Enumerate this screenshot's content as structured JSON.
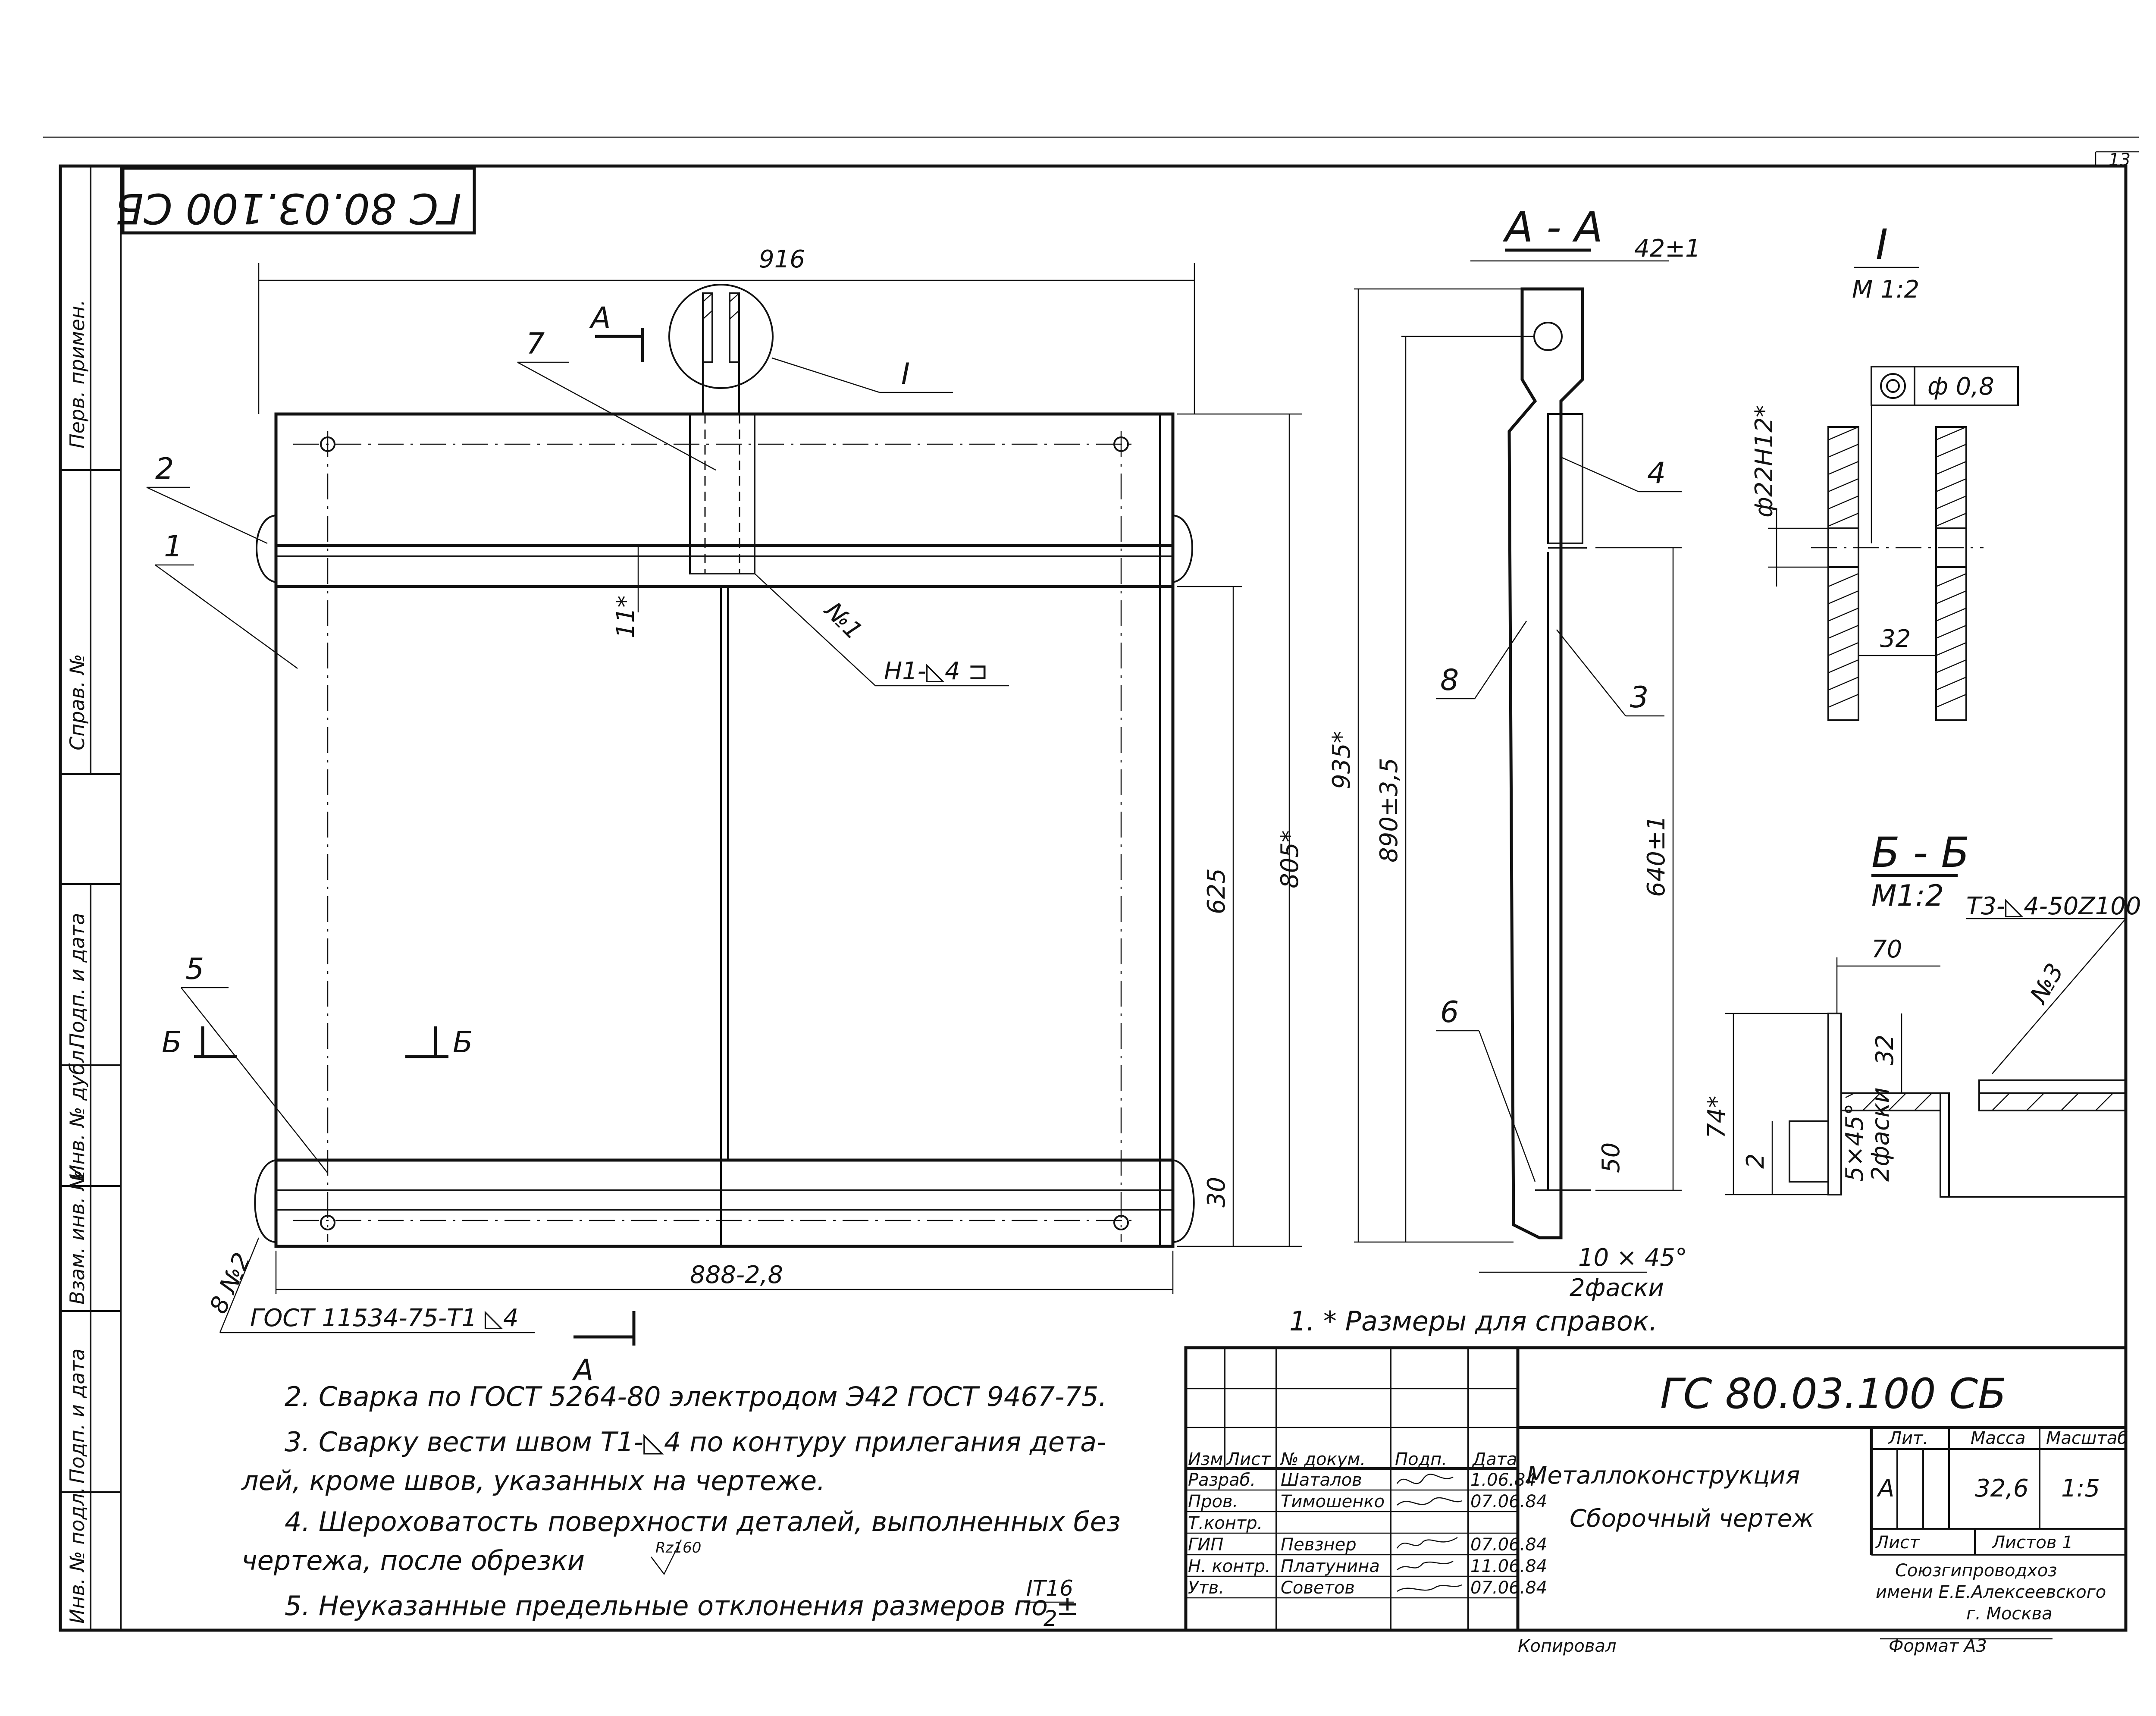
{
  "sheet_number": "13",
  "doc_code_rotated": "ГС 80.03.100 СБ",
  "side_column": {
    "perv_primen": "Перв. примен.",
    "sprav_no": "Справ. №",
    "podp_data_1": "Подп. и дата",
    "inv_dubl": "Инв. № дубл.",
    "vzam_inv": "Взам. инв. №",
    "podp_data_2": "Подп. и дата",
    "inv_podl": "Инв. № подл."
  },
  "main_view": {
    "dim_width_top": "916",
    "dim_width_bottom": "888-2,8",
    "dim_height_805": "805*",
    "dim_height_625": "625",
    "dim_30": "30",
    "dim_11": "11*",
    "section_A": "А",
    "section_B": "Б",
    "detail_I": "I",
    "weld_note": "Н1-◺4 ⊐",
    "weld_marker": "№1",
    "weld_bottom": "8 №2",
    "gost_weld": "ГОСТ 11534-75-Т1 ◺4",
    "positions": [
      "1",
      "2",
      "5",
      "7"
    ]
  },
  "section_AA": {
    "title": "А - А",
    "dim_42": "42±1",
    "dim_935": "935*",
    "dim_890": "890±3,5",
    "dim_640": "640±1",
    "dim_50": "50",
    "dim_chamfer": "10 × 45°",
    "chamfer_note": "2фаски",
    "positions": [
      "3",
      "4",
      "6",
      "8"
    ]
  },
  "detail_view": {
    "title": "I",
    "scale": "М 1:2",
    "bore": "ф22Н12*",
    "tolerance": "ф 0,8",
    "dim_32": "32"
  },
  "section_BB": {
    "title": "Б - Б",
    "scale": "М1:2",
    "weld": "Т3-◺4-50Z100",
    "dim_70": "70",
    "dim_32": "32",
    "dim_74": "74*",
    "dim_2": "2",
    "chamfer": "5×45°",
    "chamfer_note": "2фаски",
    "marker": "№3"
  },
  "notes": {
    "n1": "1. * Размеры для справок.",
    "n2": "2. Сварка по ГОСТ 5264-80 электродом Э42 ГОСТ 9467-75.",
    "n3a": "3. Сварку вести швом Т1-◺4 по контуру прилегания дета-",
    "n3b": "лей, кроме швов, указанных на чертеже.",
    "n4a": "4. Шероховатость поверхности деталей, выполненных без",
    "n4b": "чертежа, после обрезки",
    "n4_rough": "Rz160",
    "n5": "5. Неуказанные предельные отклонения размеров по ±",
    "n5_frac_top": "IT16",
    "n5_frac_bot": "2"
  },
  "title_block": {
    "doc_code": "ГС 80.03.100 СБ",
    "name_1": "Металлоконструкция",
    "name_2": "Сборочный чертеж",
    "hdr_izm": "Изм",
    "hdr_list": "Лист",
    "hdr_doc": "№ докум.",
    "hdr_podp": "Подп.",
    "hdr_data": "Дата",
    "roles": [
      "Разраб.",
      "Пров.",
      "Т.контр.",
      "ГИП",
      "Н. контр.",
      "Утв."
    ],
    "names": [
      "Шаталов",
      "Тимошенко",
      "",
      "Певзнер",
      "Платунина",
      "Советов"
    ],
    "dates": [
      "1.06.84",
      "07.06.84",
      "",
      "07.06.84",
      "11.06.84",
      "07.06.84"
    ],
    "lit_hdr": "Лит.",
    "mass_hdr": "Масса",
    "scale_hdr": "Масштаб",
    "lit": "А",
    "mass": "32,6",
    "scale": "1:5",
    "sheet_lbl": "Лист",
    "sheets_lbl": "Листов 1",
    "org_1": "Союзгипроводхоз",
    "org_2": "имени Е.Е.Алексеевского",
    "org_3": "г. Москва",
    "copied": "Копировал",
    "format": "Формат А3"
  }
}
